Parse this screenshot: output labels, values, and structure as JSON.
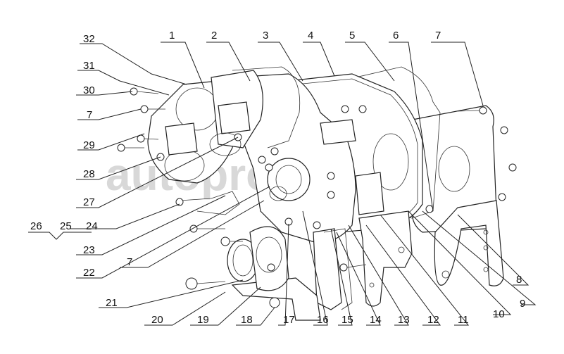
{
  "watermark_text": "autoprom.ru",
  "callouts": {
    "c1": "1",
    "c2": "2",
    "c3": "3",
    "c4": "4",
    "c5": "5",
    "c6": "6",
    "c7a": "7",
    "c7b": "7",
    "c7c": "7",
    "c8": "8",
    "c9": "9",
    "c10": "10",
    "c11": "11",
    "c12": "12",
    "c13": "13",
    "c14": "14",
    "c15": "15",
    "c16": "16",
    "c17": "17",
    "c18": "18",
    "c19": "19",
    "c20": "20",
    "c21": "21",
    "c22": "22",
    "c23": "23",
    "c24": "24",
    "c25": "25",
    "c26": "26",
    "c27": "27",
    "c28": "28",
    "c29": "29",
    "c30": "30",
    "c31": "31",
    "c32": "32"
  }
}
